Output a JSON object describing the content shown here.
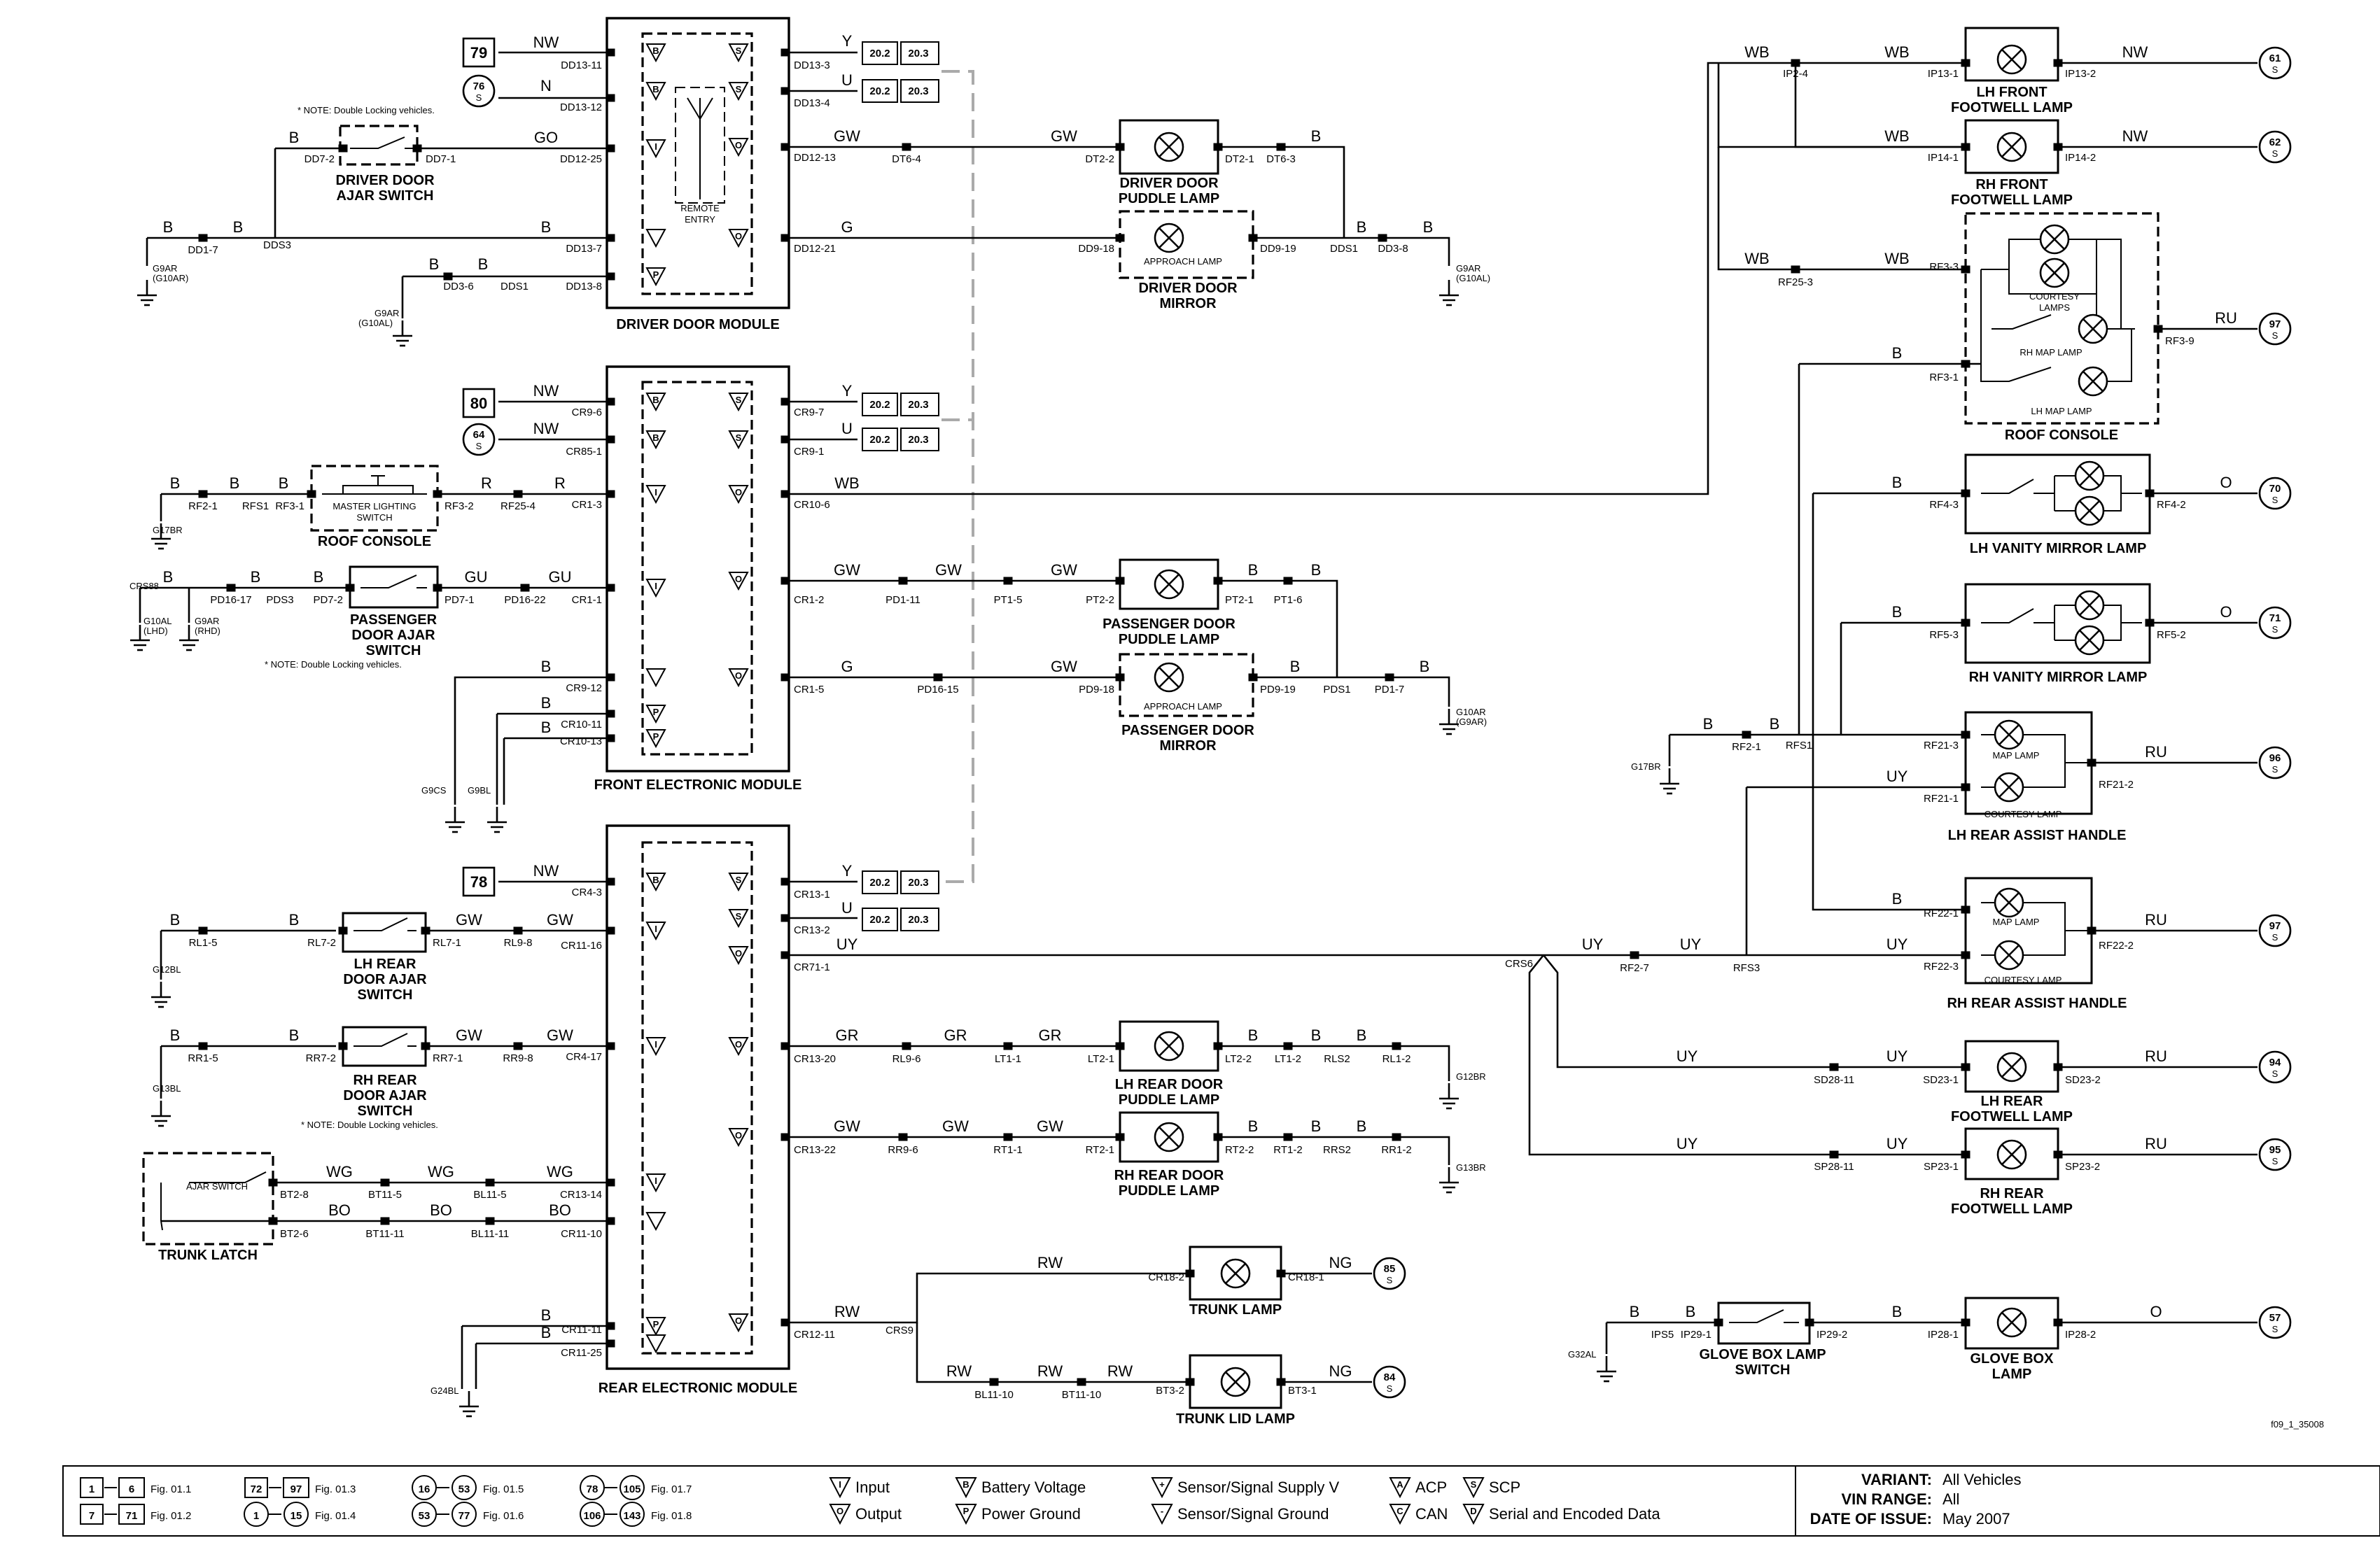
{
  "modules": {
    "ddm": "DRIVER DOOR MODULE",
    "fem": "FRONT ELECTRONIC MODULE",
    "rem": "REAR ELECTRONIC MODULE",
    "remote_entry": [
      "REMOTE",
      "ENTRY"
    ]
  },
  "components": {
    "driver_door_ajar": [
      "DRIVER DOOR",
      "AJAR SWITCH"
    ],
    "note_double_locking": "* NOTE: Double Locking vehicles.",
    "driver_door_puddle": [
      "DRIVER DOOR",
      "PUDDLE LAMP"
    ],
    "approach_lamp": "APPROACH LAMP",
    "driver_door_mirror": [
      "DRIVER DOOR",
      "MIRROR"
    ],
    "master_lighting_switch": [
      "MASTER LIGHTING",
      "SWITCH"
    ],
    "roof_console": "ROOF CONSOLE",
    "passenger_door_ajar": [
      "PASSENGER",
      "DOOR AJAR",
      "SWITCH"
    ],
    "passenger_door_puddle": [
      "PASSENGER DOOR",
      "PUDDLE LAMP"
    ],
    "passenger_door_mirror": [
      "PASSENGER DOOR",
      "MIRROR"
    ],
    "lh_rear_door_ajar": [
      "LH REAR",
      "DOOR AJAR",
      "SWITCH"
    ],
    "rh_rear_door_ajar": [
      "RH REAR",
      "DOOR AJAR",
      "SWITCH"
    ],
    "ajar_switch": "AJAR SWITCH",
    "trunk_latch": "TRUNK LATCH",
    "lh_rear_door_puddle": [
      "LH REAR DOOR",
      "PUDDLE LAMP"
    ],
    "rh_rear_door_puddle": [
      "RH REAR DOOR",
      "PUDDLE LAMP"
    ],
    "trunk_lamp": "TRUNK LAMP",
    "trunk_lid_lamp": "TRUNK LID LAMP",
    "lh_front_footwell": [
      "LH FRONT",
      "FOOTWELL LAMP"
    ],
    "rh_front_footwell": [
      "RH FRONT",
      "FOOTWELL LAMP"
    ],
    "courtesy_lamps": [
      "COURTESY",
      "LAMPS"
    ],
    "rh_map_lamp": "RH MAP LAMP",
    "lh_map_lamp": "LH MAP LAMP",
    "lh_vanity": "LH VANITY MIRROR LAMP",
    "rh_vanity": "RH VANITY MIRROR LAMP",
    "map_lamp": "MAP LAMP",
    "courtesy_lamp": "COURTESY LAMP",
    "lh_rear_assist": "LH REAR ASSIST HANDLE",
    "rh_rear_assist": "RH REAR ASSIST HANDLE",
    "lh_rear_footwell": [
      "LH REAR",
      "FOOTWELL LAMP"
    ],
    "rh_rear_footwell": [
      "RH REAR",
      "FOOTWELL LAMP"
    ],
    "glove_box_switch": [
      "GLOVE BOX LAMP",
      "SWITCH"
    ],
    "glove_box_lamp": [
      "GLOVE BOX",
      "LAMP"
    ]
  },
  "grounds": {
    "g9ar_g10ar": [
      "G9AR",
      "(G10AR)"
    ],
    "g9ar_g10al": [
      "G9AR",
      "(G10AL)"
    ],
    "g9ar_g10al_r": [
      "G9AR",
      "(G10AL)"
    ],
    "g17br": "G17BR",
    "g10al_lhd": [
      "G10AL",
      "(LHD)"
    ],
    "g9ar_rhd": [
      "G9AR",
      "(RHD)"
    ],
    "g9cs": "G9CS",
    "g9bl": "G9BL",
    "g10ar_g9ar": [
      "G10AR",
      "(G9AR)"
    ],
    "g12bl": "G12BL",
    "g13bl": "G13BL",
    "g24bl": "G24BL",
    "g12br": "G12BR",
    "g13br": "G13BR",
    "g17br_r": "G17BR",
    "g32al": "G32AL"
  },
  "refs": {
    "r79": "79",
    "r76": "76",
    "r80": "80",
    "r64": "64",
    "r78": "78",
    "r85": "85",
    "r84": "84",
    "r61": "61",
    "r62": "62",
    "r97a": "97",
    "r70": "70",
    "r71": "71",
    "r96": "96",
    "r97b": "97",
    "r94": "94",
    "r95": "95",
    "r57": "57",
    "s": "S",
    "f202": "20.2",
    "f203": "20.3"
  },
  "doc_id": "f09_1_35008",
  "legend": {
    "refs": [
      {
        "a": "1",
        "b": "6",
        "fig": "Fig. 01.1"
      },
      {
        "a": "7",
        "b": "71",
        "fig": "Fig. 01.2"
      },
      {
        "a": "72",
        "b": "97",
        "fig": "Fig. 01.3"
      },
      {
        "a": "1",
        "b": "15",
        "fig": "Fig. 01.4"
      },
      {
        "a": "16",
        "b": "53",
        "fig": "Fig. 01.5"
      },
      {
        "a": "53",
        "b": "77",
        "fig": "Fig. 01.6"
      },
      {
        "a": "78",
        "b": "105",
        "fig": "Fig. 01.7"
      },
      {
        "a": "106",
        "b": "143",
        "fig": "Fig. 01.8"
      }
    ],
    "symbols": [
      {
        "glyph": "I",
        "text": "Input"
      },
      {
        "glyph": "O",
        "text": "Output"
      },
      {
        "glyph": "B",
        "text": "Battery Voltage"
      },
      {
        "glyph": "P",
        "text": "Power Ground"
      },
      {
        "glyph": "+",
        "text": "Sensor/Signal Supply V"
      },
      {
        "glyph": "-",
        "text": "Sensor/Signal Ground"
      },
      {
        "glyph": "A",
        "text": "ACP"
      },
      {
        "glyph": "C",
        "text": "CAN"
      },
      {
        "glyph": "S",
        "text": "SCP"
      },
      {
        "glyph": "D",
        "text": "Serial and Encoded Data"
      }
    ],
    "variant_label": "VARIANT:",
    "variant_value": "All Vehicles",
    "vin_label": "VIN RANGE:",
    "vin_value": "All",
    "date_label": "DATE OF ISSUE:",
    "date_value": "May 2007"
  }
}
